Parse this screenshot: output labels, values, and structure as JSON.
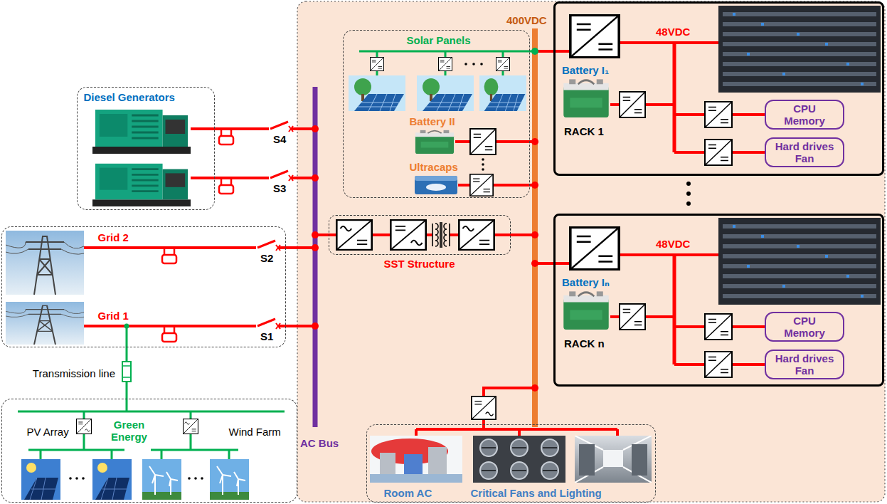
{
  "diagram": {
    "nodes": [
      {
        "text": [
          "Diesel Generators"
        ]
      },
      {
        "text": [
          "Grid 2",
          "Grid 1"
        ]
      },
      {
        "text": [
          "PV Array",
          "Green Energy",
          "Wind Farm"
        ]
      },
      {
        "text": [
          "Solar Panels",
          "Battery II",
          "Ultracaps"
        ]
      },
      {
        "text": [
          "SST Structure"
        ]
      },
      {
        "text": [
          "48VDC",
          "Battery I₁",
          "RACK 1"
        ]
      },
      {
        "text": [
          "CPU Memory"
        ],
        "in": 5
      },
      {
        "text": [
          "Hard drives Fan"
        ],
        "in": 5
      },
      {
        "text": [
          "48VDC",
          "Battery Iₙ",
          "RACK n"
        ]
      },
      {
        "text": [
          "CPU Memory"
        ],
        "in": 8
      },
      {
        "text": [
          "Hard drives Fan"
        ],
        "in": 8
      },
      {
        "text": [
          "Room AC",
          "Critical Fans and Lighting"
        ]
      }
    ],
    "edges": [
      {
        "from": 2,
        "to": 1,
        "arrow": "none",
        "label": "Transmission line"
      },
      {
        "from": 0,
        "to": 4,
        "arrow": "none"
      },
      {
        "from": 1,
        "to": 4,
        "arrow": "none"
      },
      {
        "from": 4,
        "to": 5,
        "arrow": "none"
      },
      {
        "from": 4,
        "to": 8,
        "arrow": "none"
      },
      {
        "from": 4,
        "to": 11,
        "arrow": "none"
      }
    ],
    "labels": [
      "400VDC",
      "S4",
      "S3",
      "S2",
      "S1",
      "AC Bus"
    ]
  }
}
